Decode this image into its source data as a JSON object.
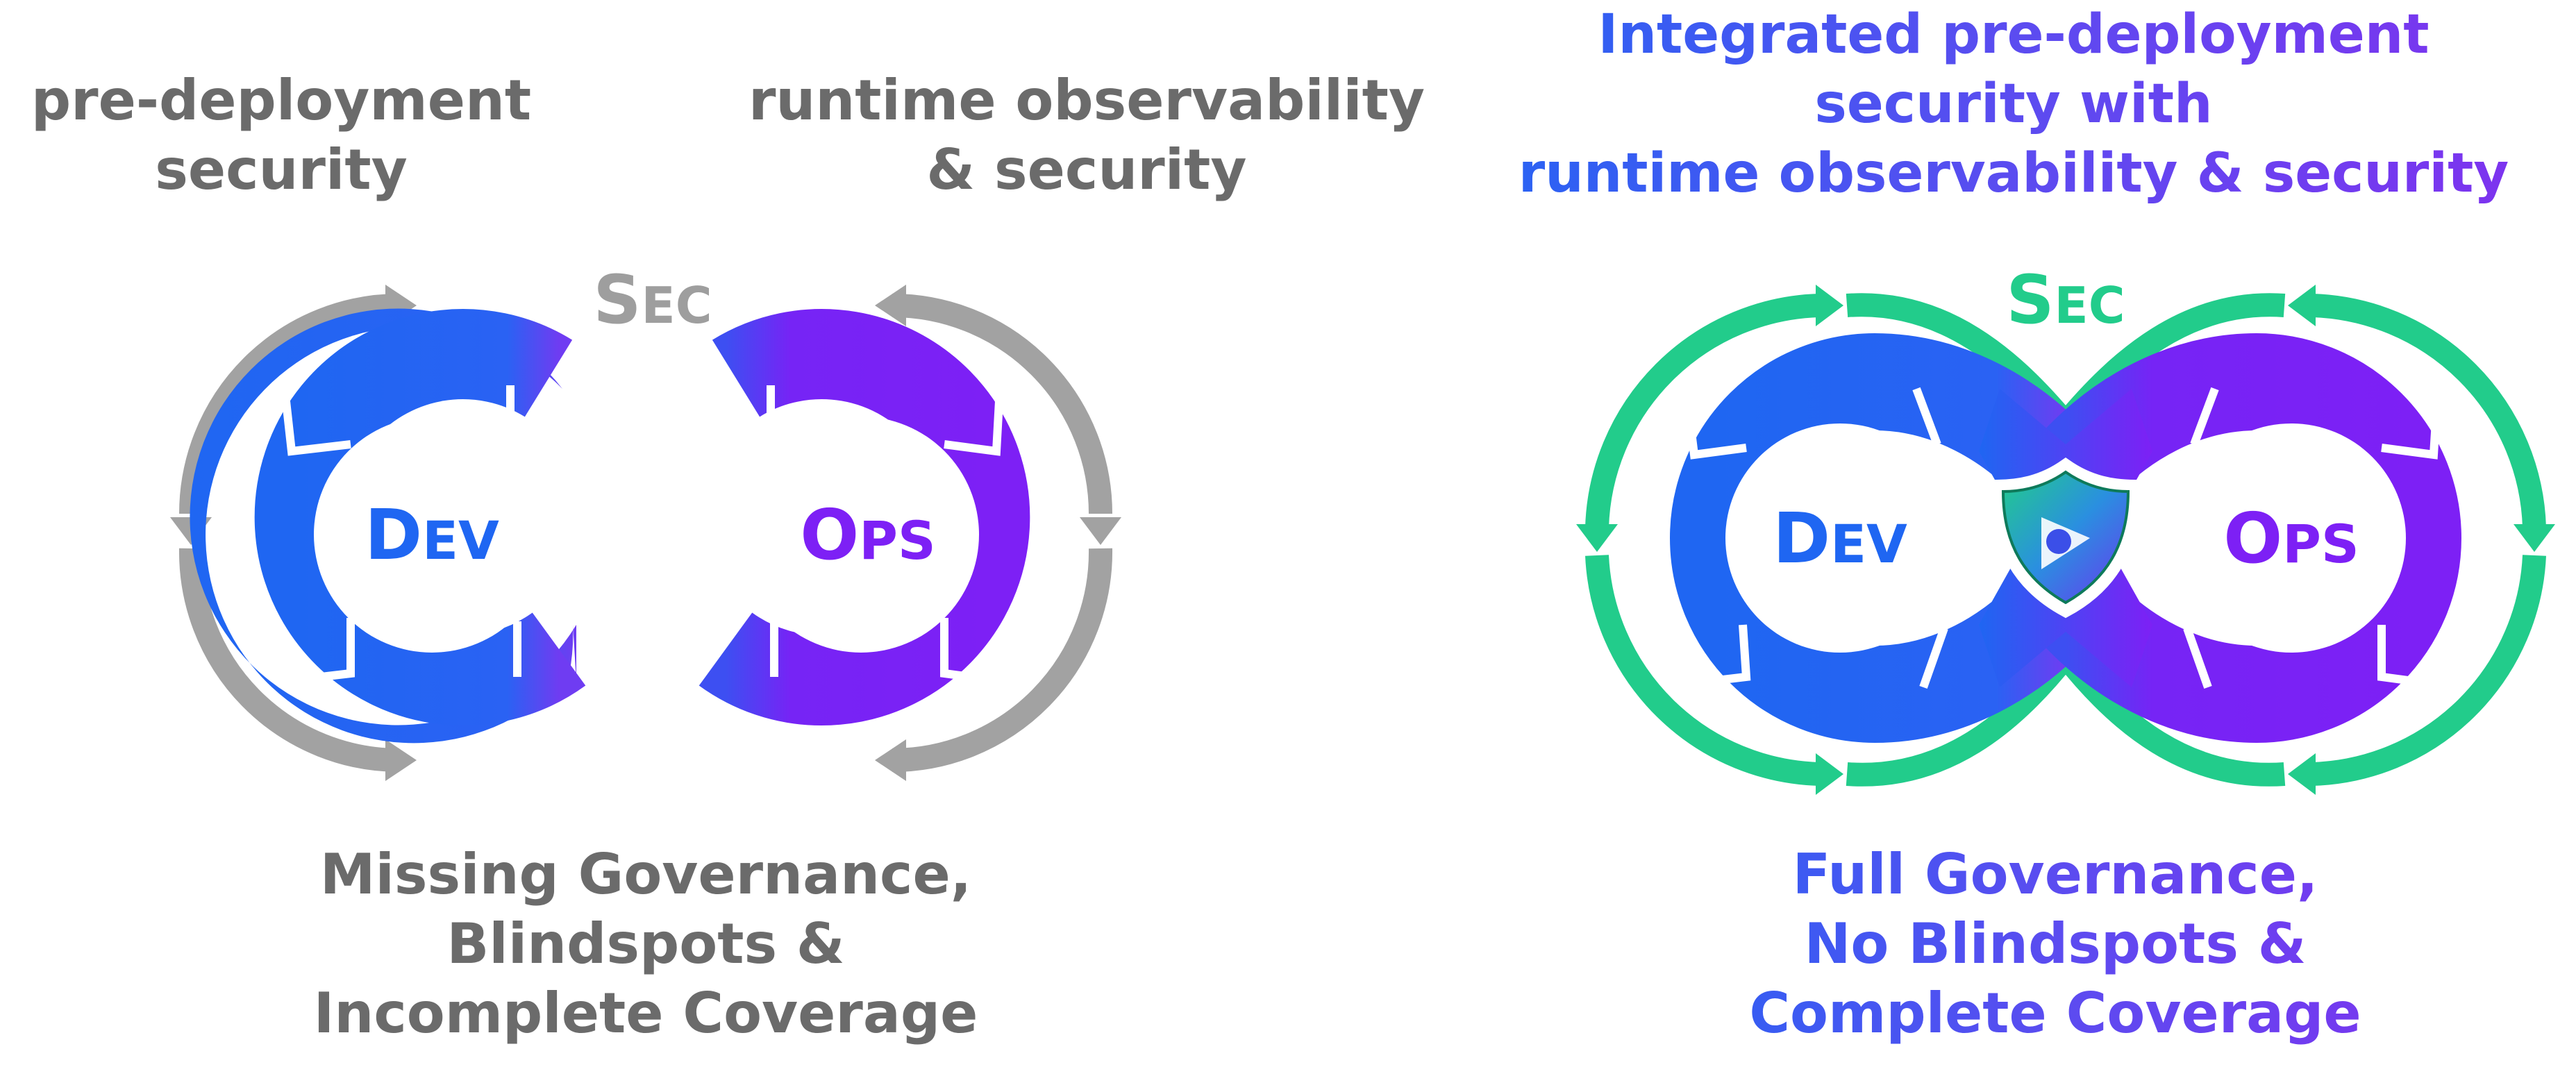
{
  "left": {
    "pre_label": [
      "pre-deployment",
      "security"
    ],
    "runtime_label": [
      "runtime observability",
      "& security"
    ],
    "sec": {
      "first": "S",
      "rest": "EC"
    },
    "dev": {
      "first": "D",
      "rest": "EV"
    },
    "ops": {
      "first": "O",
      "rest": "PS"
    },
    "caption": [
      "Missing Governance,",
      "Blindspots &",
      "Incomplete Coverage"
    ]
  },
  "right": {
    "heading": [
      "Integrated pre-deployment",
      "security with",
      "runtime observability & security"
    ],
    "sec": {
      "first": "S",
      "rest": "EC"
    },
    "dev": {
      "first": "D",
      "rest": "EV"
    },
    "ops": {
      "first": "O",
      "rest": "PS"
    },
    "caption": [
      "Full Governance,",
      "No Blindspots &",
      "Complete Coverage"
    ]
  },
  "colors": {
    "gray_text": "#6b6b6b",
    "gray_ring": "#a2a2a2",
    "dev_blue": "#1f66f2",
    "ops_purple": "#7d20f5",
    "sec_green": "#22cc8b",
    "heading_gradient": [
      "#2b62f3",
      "#7d33ef"
    ]
  },
  "icons": {
    "center_badge": "shield-icon"
  }
}
